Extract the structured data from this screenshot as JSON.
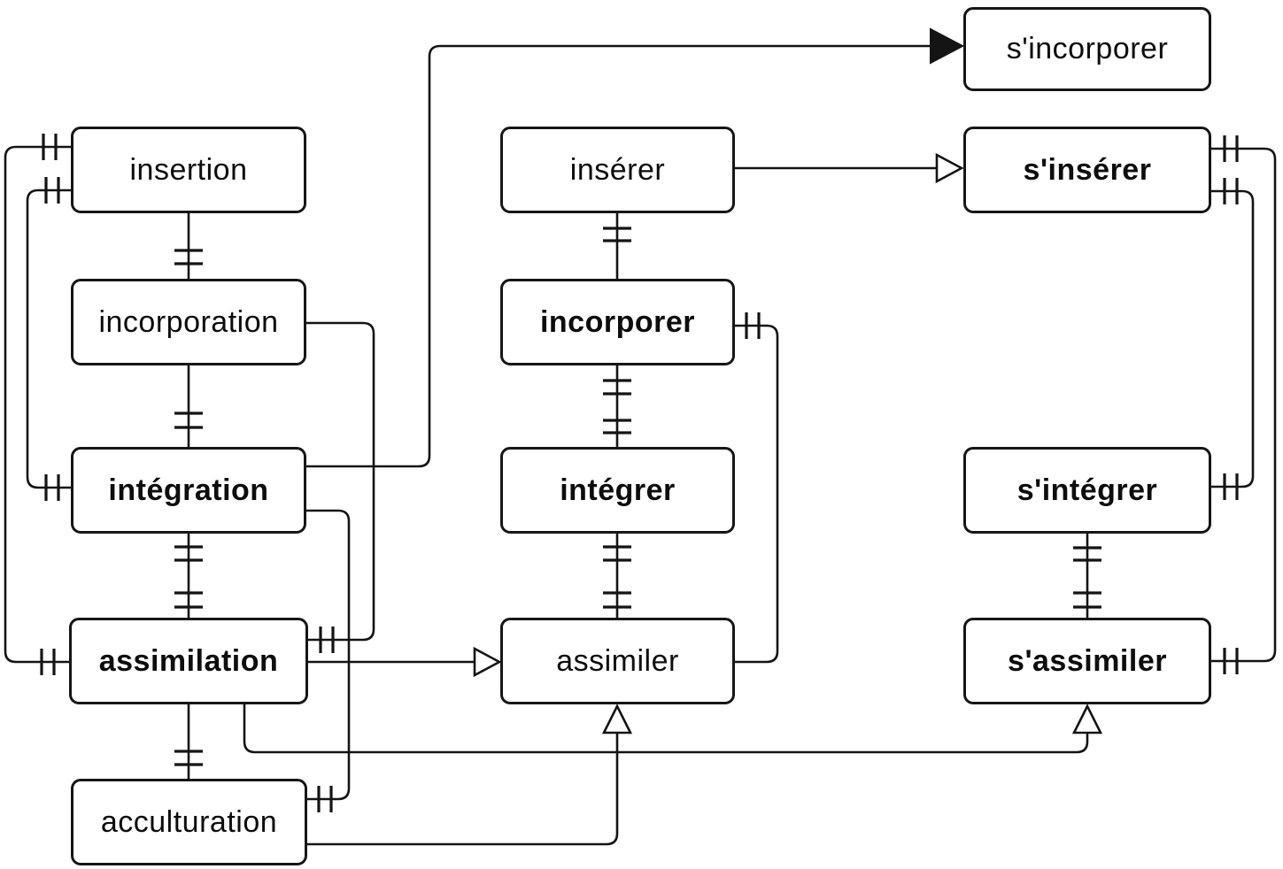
{
  "figure": {
    "background_color": "#ffffff",
    "line_color": "#141414",
    "description_visible_type": "box-and-line lexical relation diagram"
  },
  "nodes": [
    {
      "id": "insertion",
      "label": "insertion",
      "bold": false,
      "column": "left"
    },
    {
      "id": "incorporation",
      "label": "incorporation",
      "bold": false,
      "column": "left"
    },
    {
      "id": "integration",
      "label": "intégration",
      "bold": true,
      "column": "left"
    },
    {
      "id": "assimilation",
      "label": "assimilation",
      "bold": true,
      "column": "left"
    },
    {
      "id": "acculturation",
      "label": "acculturation",
      "bold": false,
      "column": "left"
    },
    {
      "id": "inserer",
      "label": "insérer",
      "bold": false,
      "column": "middle"
    },
    {
      "id": "incorporer",
      "label": "incorporer",
      "bold": true,
      "column": "middle"
    },
    {
      "id": "integrer",
      "label": "intégrer",
      "bold": true,
      "column": "middle"
    },
    {
      "id": "assimiler",
      "label": "assimiler",
      "bold": false,
      "column": "middle"
    },
    {
      "id": "s_incorporer",
      "label": "s'incorporer",
      "bold": false,
      "column": "right"
    },
    {
      "id": "s_inserer",
      "label": "s'insérer",
      "bold": true,
      "column": "right"
    },
    {
      "id": "s_integrer",
      "label": "s'intégrer",
      "bold": true,
      "column": "right"
    },
    {
      "id": "s_assimiler",
      "label": "s'assimiler",
      "bold": true,
      "column": "right"
    }
  ],
  "connections": [
    {
      "from": "insertion",
      "to": "incorporation",
      "type": "hatched-link",
      "hatch_pairs": 1
    },
    {
      "from": "incorporation",
      "to": "intégration",
      "type": "hatched-link",
      "hatch_pairs": 1
    },
    {
      "from": "intégration",
      "to": "assimilation",
      "type": "hatched-link",
      "hatch_pairs": 2
    },
    {
      "from": "assimilation",
      "to": "acculturation",
      "type": "hatched-link",
      "hatch_pairs": 1
    },
    {
      "from": "insérer",
      "to": "incorporer",
      "type": "hatched-link",
      "hatch_pairs": 1
    },
    {
      "from": "incorporer",
      "to": "intégrer",
      "type": "hatched-link",
      "hatch_pairs": 2
    },
    {
      "from": "intégrer",
      "to": "assimiler",
      "type": "hatched-link",
      "hatch_pairs": 2
    },
    {
      "from": "s'intégrer",
      "to": "s'assimiler",
      "type": "hatched-link",
      "hatch_pairs": 2
    },
    {
      "from": "insertion",
      "to": "assimilation",
      "type": "hatched-bracket-left-outer"
    },
    {
      "from": "insertion",
      "to": "intégration",
      "type": "hatched-bracket-left-inner"
    },
    {
      "from": "s'insérer",
      "to": "s'assimiler",
      "type": "hatched-bracket-right-outer"
    },
    {
      "from": "s'insérer",
      "to": "s'intégrer",
      "type": "hatched-bracket-right-inner"
    },
    {
      "from": "incorporation",
      "to": "assimilation",
      "type": "hatched-elbow-link"
    },
    {
      "from": "intégration",
      "to": "acculturation",
      "type": "hatched-elbow-link"
    },
    {
      "from": "incorporer",
      "to": "assimiler",
      "type": "hatched-bracket-right-side"
    },
    {
      "from": "insérer",
      "to": "s'insérer",
      "type": "open-triangle-arrow"
    },
    {
      "from": "assimilation",
      "to": "assimiler",
      "type": "open-triangle-arrow"
    },
    {
      "from": "assimilation",
      "to": "s'assimiler",
      "type": "open-triangle-arrow"
    },
    {
      "from": "acculturation",
      "to": "assimiler",
      "type": "open-triangle-arrow"
    },
    {
      "from": "intégration",
      "to": "s'incorporer",
      "type": "filled-triangle-arrow"
    }
  ]
}
